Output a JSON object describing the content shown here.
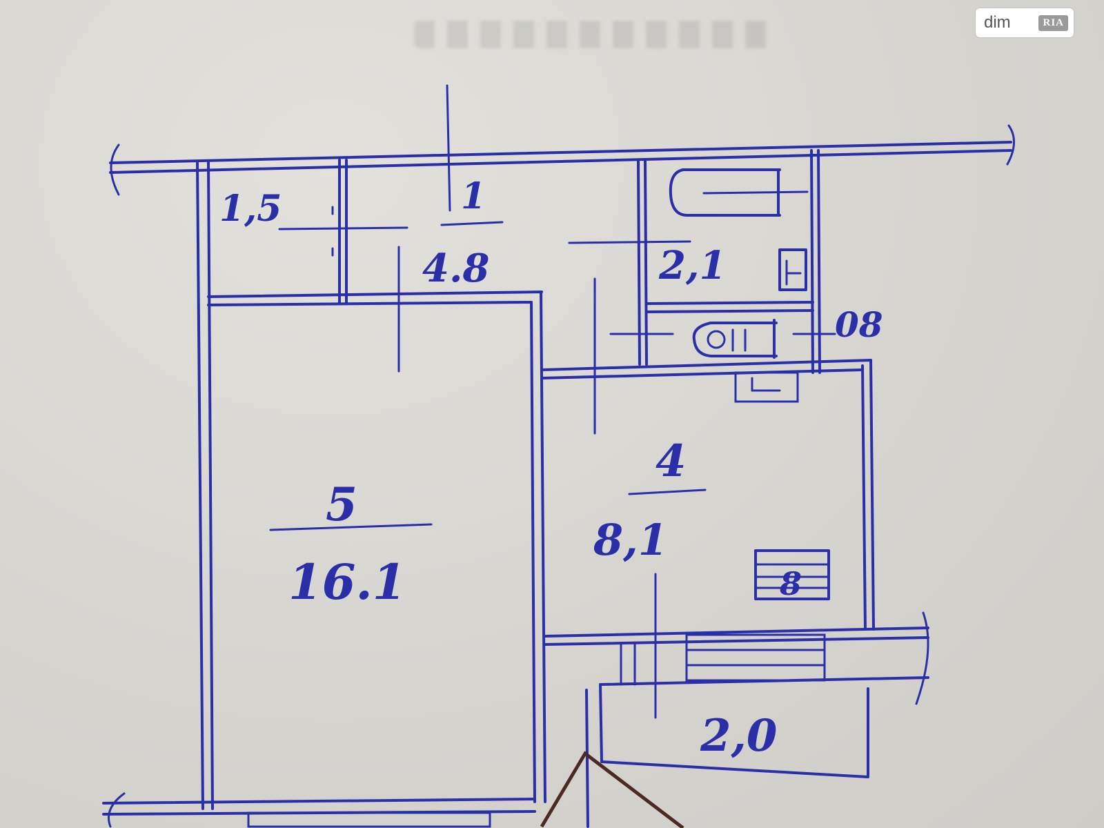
{
  "watermark": {
    "text": "dim",
    "logo": "RIA"
  },
  "rooms": [
    {
      "number": "",
      "area": "1,5"
    },
    {
      "number": "1",
      "area": "4.8"
    },
    {
      "number": "",
      "area": "2,1"
    },
    {
      "number": "",
      "area": "08"
    },
    {
      "number": "4",
      "area": "8,1"
    },
    {
      "number": "5",
      "area": "16.1"
    },
    {
      "number": "",
      "area": "2,0"
    }
  ],
  "symbols": {
    "stove": "8"
  },
  "colors": {
    "ink": "#2a2fa8",
    "paper": "#d8d6d0"
  }
}
